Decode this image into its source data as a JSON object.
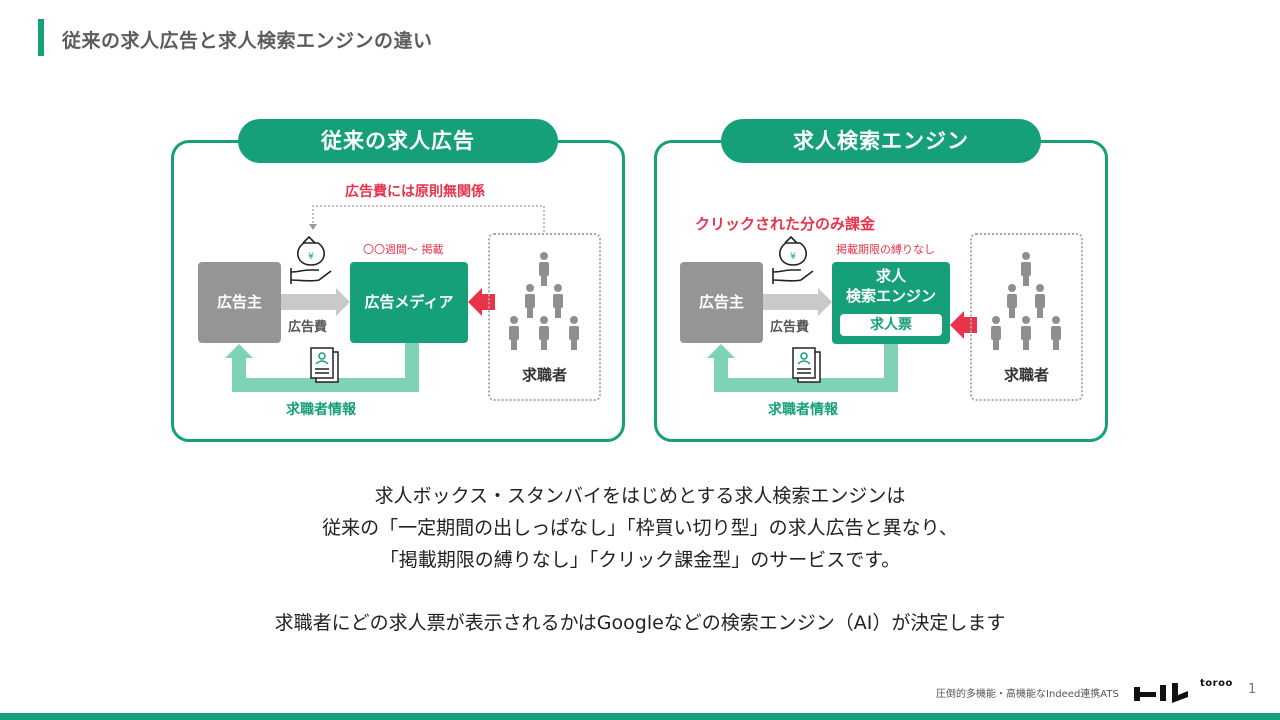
{
  "page": {
    "title": "従来の求人広告と求人検索エンジンの違い",
    "page_number": "1"
  },
  "left_panel": {
    "heading": "従来の求人広告",
    "fee_note": "広告費には原則無関係",
    "period_note": "〇〇週間〜 掲載",
    "advertiser": "広告主",
    "media": "広告メディア",
    "fee_label": "広告費",
    "seeker": "求職者",
    "seeker_info": "求職者情報"
  },
  "right_panel": {
    "heading": "求人検索エンジン",
    "click_note": "クリックされた分のみ課金",
    "period_note": "掲載期限の縛りなし",
    "advertiser": "広告主",
    "engine_line1": "求人",
    "engine_line2": "検索エンジン",
    "ticket": "求人票",
    "fee_label": "広告費",
    "seeker": "求職者",
    "seeker_info": "求職者情報"
  },
  "body": {
    "line1": "求人ボックス・スタンバイをはじめとする求人検索エンジンは",
    "line2": "従来の「一定期間の出しっぱなし」「枠買い切り型」の求人広告と異なり、",
    "line3": "「掲載期限の縛りなし」「クリック課金型」のサービスです。",
    "line4": "求職者にどの求人票が表示されるかはGoogleなどの検索エンジン（AI）が決定します"
  },
  "footer": {
    "tagline": "圧倒的多機能・高機能なIndeed連携ATS",
    "logo_main": "トル",
    "logo_sub": "toroo"
  },
  "colors": {
    "accent": "#16a07a",
    "accent_light": "#7fd3b4",
    "red": "#e8334a",
    "grey": "#959595"
  }
}
